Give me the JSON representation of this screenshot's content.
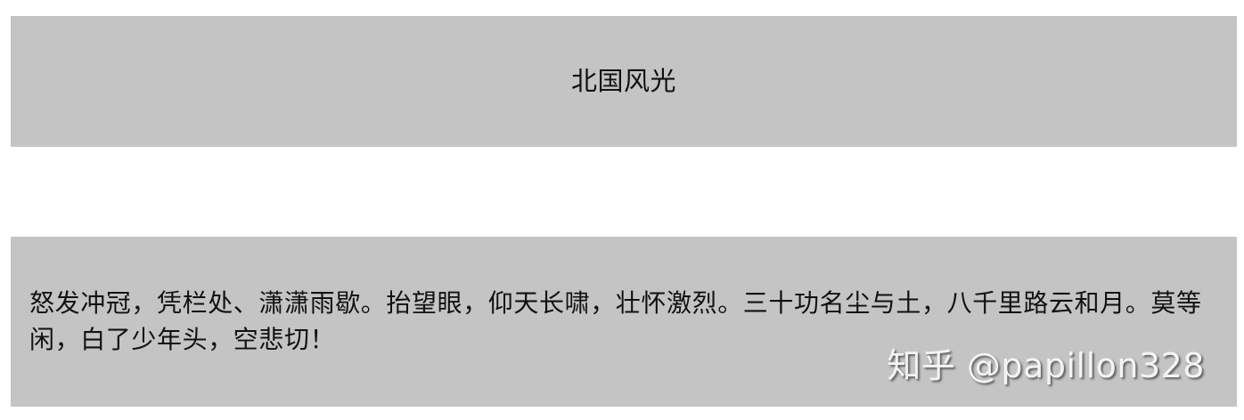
{
  "title_box": {
    "title": "北国风光"
  },
  "poem_box": {
    "text": "怒发冲冠，凭栏处、潇潇雨歇。抬望眼，仰天长啸，壮怀激烈。三十功名尘与土，八千里路云和月。莫等闲，白了少年头，空悲切！"
  },
  "watermark": {
    "text": "知乎 @papillon328"
  },
  "colors": {
    "box_background": "#c4c4c4",
    "page_background": "#ffffff",
    "text": "#111111",
    "watermark": "#f4f4f4"
  }
}
